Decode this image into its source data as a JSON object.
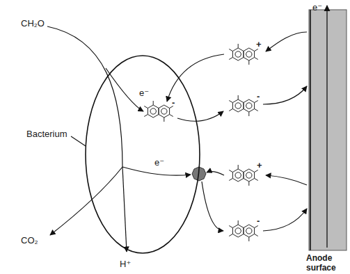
{
  "diagram": {
    "nodes": [
      {
        "text": [
          "Bacterium"
        ]
      },
      {
        "text": [
          "Anode surface"
        ]
      }
    ],
    "labels": [
      "CH₂O",
      "e⁻",
      "+",
      "e⁻",
      "-",
      "-",
      "e⁻",
      "+",
      "-",
      "CO₂",
      "H⁺"
    ]
  }
}
